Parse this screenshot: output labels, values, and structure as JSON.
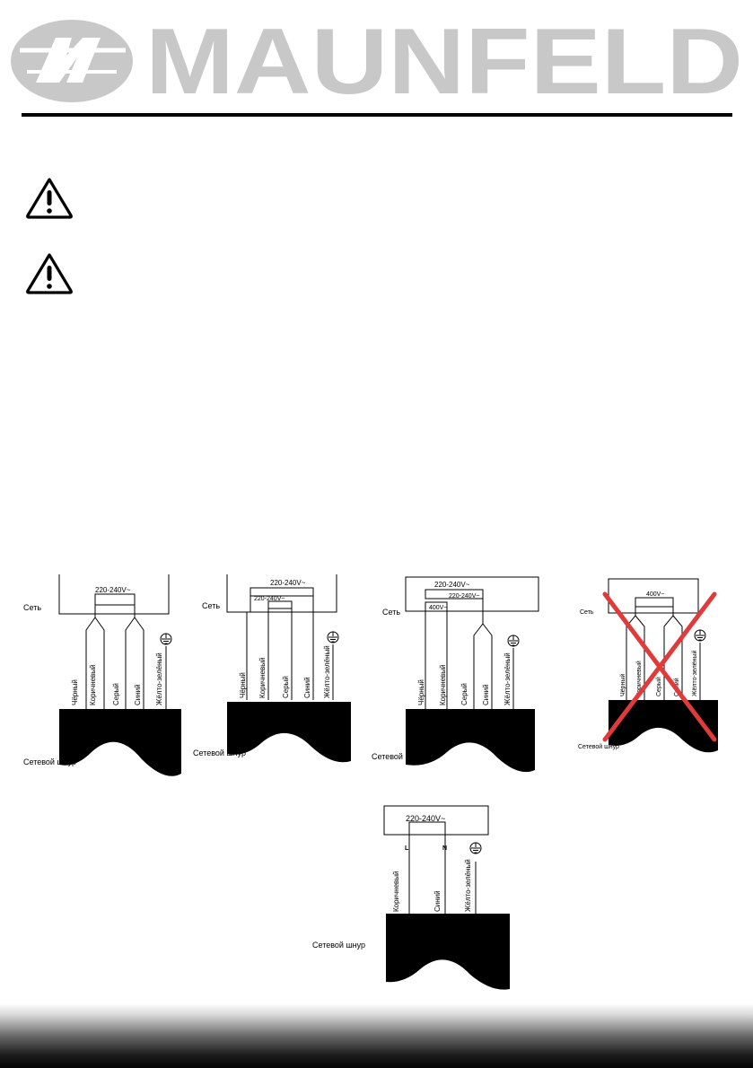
{
  "header": {
    "brand": "MAUNFELD",
    "logo_mark": "M"
  },
  "warnings": [
    {
      "icon": "warning-triangle-icon"
    },
    {
      "icon": "warning-triangle-icon"
    }
  ],
  "diagrams": {
    "common": {
      "mains_label": "Сеть",
      "cord_label": "Сетевой шнур"
    },
    "d1": {
      "voltage": "220-240V~",
      "wires": [
        "Чёрный",
        "Коричневый",
        "Серый",
        "Синий",
        "Жёлто-зелёный"
      ]
    },
    "d2": {
      "voltage_outer": "220-240V~",
      "voltage_inner": "220-240V~",
      "wires": [
        "Чёрный",
        "Коричневый",
        "Серый",
        "Синий",
        "Жёлто-зелёный"
      ]
    },
    "d3": {
      "voltage_outer": "220-240V~",
      "voltage_mid": "220-240V~",
      "voltage_inner": "400V~",
      "wires": [
        "Чёрный",
        "Коричневый",
        "Серый",
        "Синий",
        "Жёлто-зелёный"
      ]
    },
    "d4": {
      "voltage": "400V~",
      "wires": [
        "Чёрный",
        "Коричневый",
        "Серый",
        "Синий",
        "Жёлто-зелёный"
      ],
      "crossed_color": "#e03a3a"
    },
    "d5": {
      "voltage": "220-240V~",
      "terminal_l": "L",
      "terminal_n": "N",
      "wires": [
        "Коричневый",
        "Синий",
        "Жёлто-зелёный"
      ]
    }
  }
}
